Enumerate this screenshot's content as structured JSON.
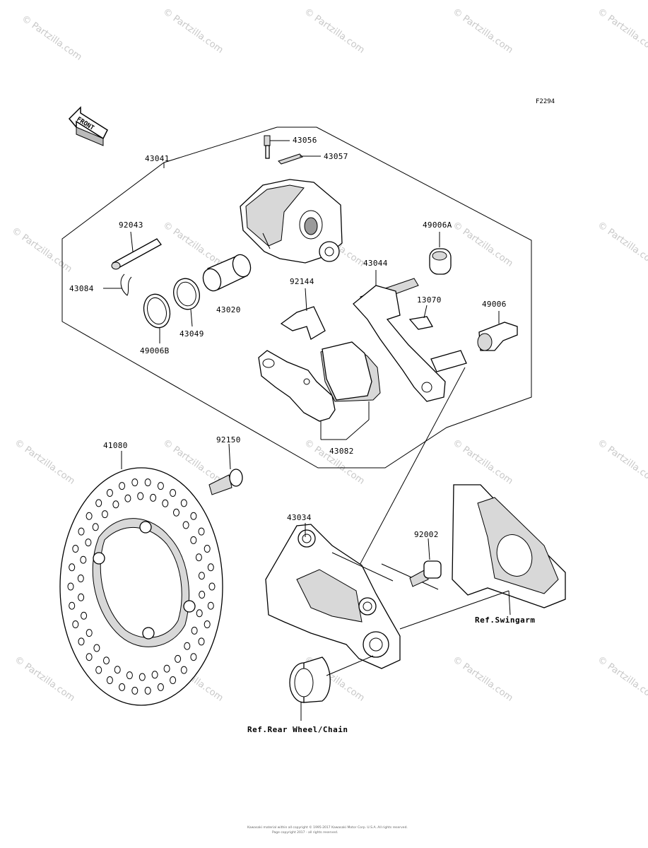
{
  "figure_code": "F2294",
  "front_indicator": "FRONT",
  "watermarks": [
    "© Partzilla.com"
  ],
  "parts": [
    {
      "number": "43056"
    },
    {
      "number": "43057"
    },
    {
      "number": "43041"
    },
    {
      "number": "92043"
    },
    {
      "number": "43084"
    },
    {
      "number": "43020"
    },
    {
      "number": "43049"
    },
    {
      "number": "49006B"
    },
    {
      "number": "92144"
    },
    {
      "number": "43044"
    },
    {
      "number": "49006A"
    },
    {
      "number": "13070"
    },
    {
      "number": "49006"
    },
    {
      "number": "43082"
    },
    {
      "number": "41080"
    },
    {
      "number": "92150"
    },
    {
      "number": "43034"
    },
    {
      "number": "92002"
    }
  ],
  "references": {
    "swingarm": "Ref.Swingarm",
    "rear_wheel": "Ref.Rear Wheel/Chain"
  },
  "footer": {
    "line1": "Kawasaki material within all copyright © 1995-2017 Kawasaki Motor Corp. U.S.A. All rights reserved.",
    "line2": "Page copyright 2017 - all rights reserved."
  }
}
